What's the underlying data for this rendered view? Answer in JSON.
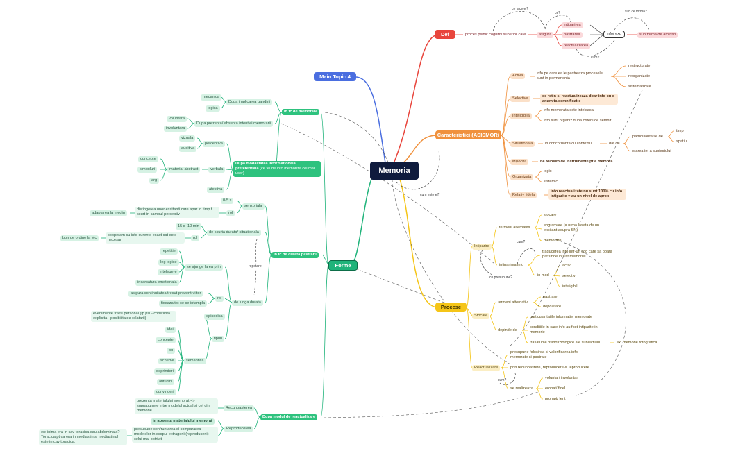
{
  "central": "Memoria",
  "main_topics": {
    "def": "Def",
    "caract": "Caracteristici (ASISMOR)",
    "procese": "Procese",
    "forme": "Forme",
    "topic4": "Main Topic 4"
  },
  "def": {
    "root": "proces psihic cognitiv superior care",
    "asigura": "asigura",
    "items": [
      "intiparirea",
      "pastrarea",
      "reactualizarea"
    ],
    "info": "info/ exp",
    "forma": "sub forma de amintiri",
    "q_ce_face": "ce face el?",
    "q_ce": "ce?",
    "q_cum": "cum?",
    "q_sub_ce_forma": "sub ce forma?"
  },
  "caract": {
    "activa": "Activa",
    "activa_desc": "info pe care ea le pastreaza procesele sunt in permanenta",
    "activa_sub": [
      "restructurate",
      "reorganizate",
      "sistematizate"
    ],
    "selectiva": "Selectiva",
    "selectiva_desc": "se retin si reactualizeaza doar info cu e anumita semnificatie",
    "inteligibila": "Inteligibila",
    "intel_sub": [
      "info memorata este inteleasa",
      "info sunt organiz dupa criterii de semnif"
    ],
    "situationala": "Situationala",
    "sit_desc": "in concordanta cu contextul",
    "sit_dat": "dat de",
    "sit_part": "particularitatile de",
    "sit_part_sub": [
      "timp",
      "spatiu"
    ],
    "sit_stare": "starea int a subiectului",
    "mijlocita": "Mijlocita",
    "mijl_desc": "ne folosim de instrumente pt a memora",
    "organizata": "Organizata",
    "org_sub": [
      "logic",
      "sistemic"
    ],
    "relativ": "Relativ fidela",
    "relativ_desc": "info reactualizate nu sunt 100% cu info intiparite = au un nivel de aprox"
  },
  "procese": {
    "intiparire": "Intiparire",
    "term_alt": "termeni alternativi",
    "term_alt_sub": [
      "stocare",
      "engramare (= urma lasata de un excitant asupra SN)",
      "memorare"
    ],
    "intip_info": "intiparirea info",
    "traducerea": "traducerea info intr-un cod care sa poata patrunde in sist memoriei",
    "in_mod": "in mod",
    "in_mod_sub": [
      "activ",
      "selectiv",
      "inteligibil"
    ],
    "q_cum": "cum?",
    "q_ce_presupune": "ce presupune?",
    "stocare": "Stocare",
    "stoc_term": "termeni alternativi",
    "stoc_term_sub": [
      "pastrare",
      "depozitare"
    ],
    "depinde": "depinde de",
    "depinde_sub": [
      "particularitatile informatiei memorate",
      "conditiile in care info au fost intiparite in memorie",
      "trasaturile psihofiziologice ale subiectului"
    ],
    "ex_foto": "ex: memorie fotografica",
    "reactualizare": "Reactualizare",
    "react_presupune": "presupune folosirea si valorificarea info memorate si pastrate",
    "react_prin": "prin recunoastere, reproducere & reproducere",
    "react_se": "se realizeaza",
    "react_se_sub": [
      "voluntar/ involuntar",
      "eronat/ fidel",
      "prompt/ lent"
    ],
    "q_cum2": "cum?"
  },
  "forme": {
    "fc_memorare": "In fc de memorare",
    "dupa_implicarea": "Dupa implicarea gandirii",
    "impl_sub": [
      "mecanica",
      "logica"
    ],
    "dupa_prezenta": "Dupa prezenta/ absenta intentiei memorarii",
    "prez_sub": [
      "voluntara",
      "involuntara"
    ],
    "modalitatea": "Dupa modalitatea informationala preferentiala",
    "modalitatea_note": "(ce fel de info memoriza cel mai usor)",
    "perceptiva": "perceptiva",
    "perc_sub": [
      "vizuala",
      "auditiva"
    ],
    "verbala": "verbala",
    "material": "material abstract",
    "material_sub": [
      "concepte",
      "simboluri",
      "arg"
    ],
    "afectiva": "afectiva",
    "durata": "In fc de durata pastrarii",
    "senzoriala": "senzoriala",
    "senz_time": "0-5 s",
    "rol": "rol",
    "senz_rol": "distingerea unor excitanti care apar in timp f scurt in campul perceptiv",
    "adaptarea": "adaptarea la mediu",
    "scurta": "de scurta durata/ situationala",
    "scurta_time": "15 s- 10 min",
    "rol2": "rol",
    "scurta_rol": "cooperam cu info curente exact cat este necesar",
    "bon": "bon de ordine la Mc",
    "repetare": "repetare",
    "lunga": "de lunga durata",
    "ajunge": "se ajunge la ea prin",
    "ajunge_sub": [
      "repetitie",
      "leg logice",
      "intelegere",
      "incarcatura emotionala"
    ],
    "rol3": "rol",
    "lunga_rol": [
      "asigura continuitatea trecut-prezent-viitor",
      "fixeaza tot ce se intampla"
    ],
    "tipuri": "tipuri",
    "episodica": "episodica",
    "episodica_desc": "evenimente traite personal (ip psi - constiinta explicita - posibilitatea relatarii)",
    "semantica": "semantica",
    "sem_sub": [
      "idei",
      "concepte",
      "op",
      "scheme",
      "deprinderi",
      "atitudini",
      "convingeri"
    ],
    "reactualizare": "Dupa modul de reactualizare",
    "recunoasterea": "Recunoasterea",
    "recun_desc": "prezenta materialului memorat => suprapunere intre modelul actual si cel din memorie",
    "reproducerea": "Reproducerea",
    "absenta": "in absenta materialului memorat",
    "presupune": "presupune confruntarea si compararea modelelor in scopul extragerii (reproducerii) celui mai potrivit",
    "ex_inima": "ex: inima era in cav toracica sau abdominala? Toracica pt ca era in mediastin si mediastinul este in cav toracica."
  },
  "center_q": "cum este el?",
  "colors": {
    "central": "#0f1b3d",
    "def": "#e8453c",
    "caract": "#f0913d",
    "procese": "#f5c518",
    "forme": "#1fb37a",
    "topic4": "#4a6ee0"
  }
}
